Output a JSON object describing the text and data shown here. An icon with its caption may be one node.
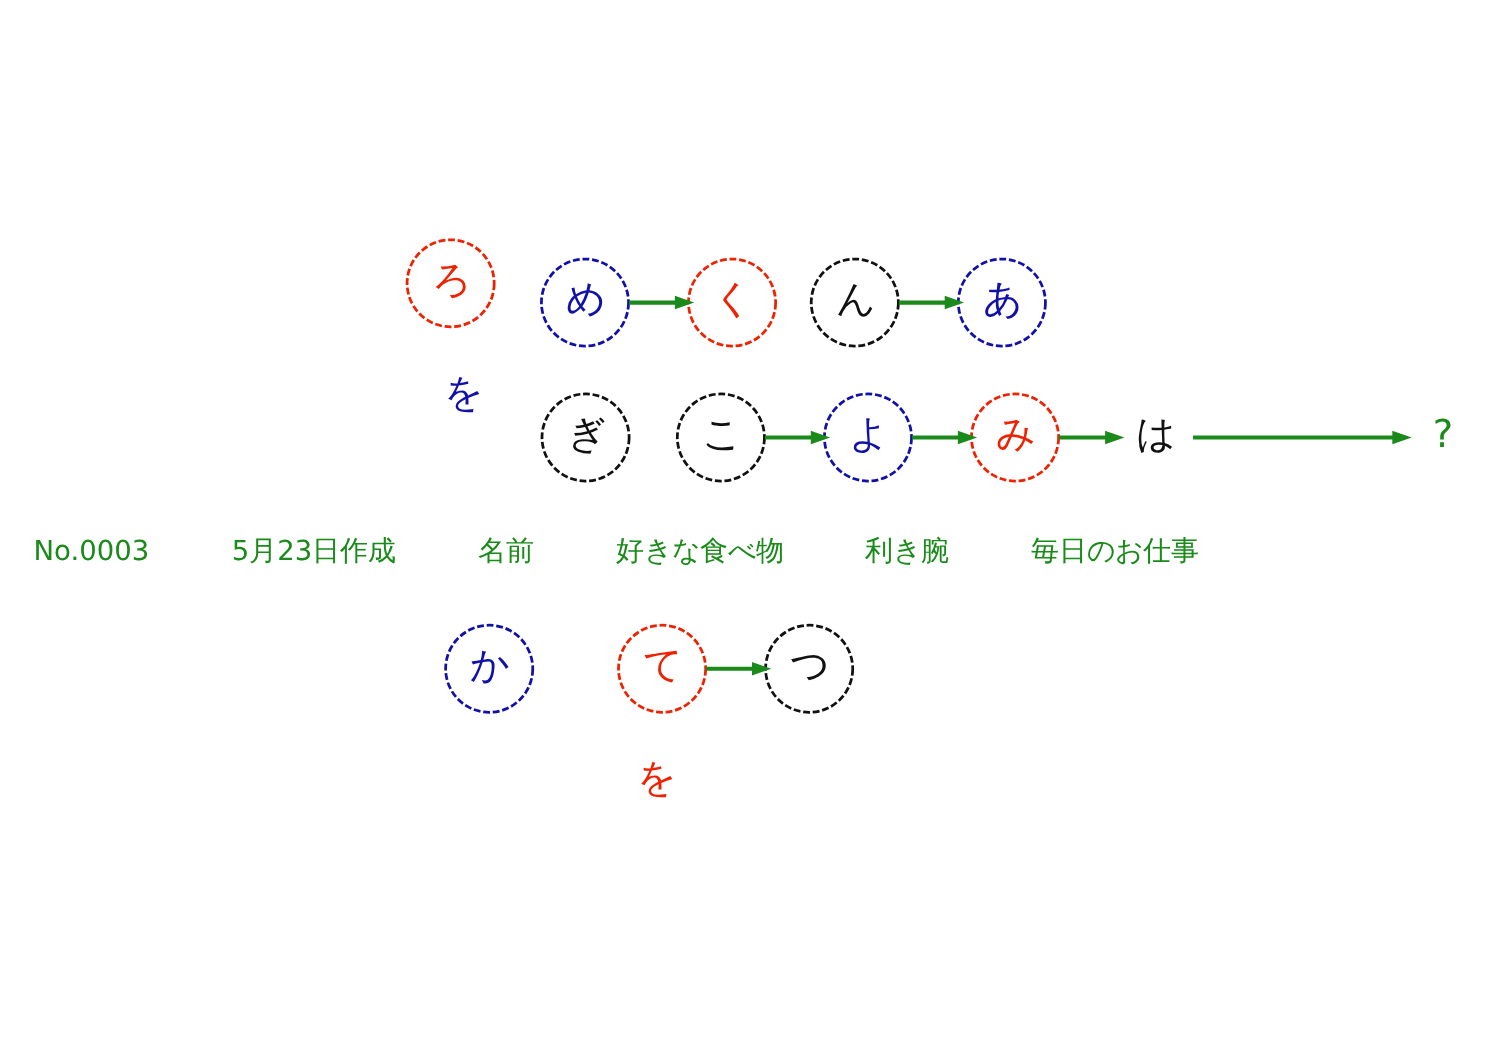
{
  "diagram": {
    "nodes": [
      {
        "text": [
          "て"
        ]
      },
      {
        "text": [
          "つ"
        ]
      },
      {
        "text": [
          "ぎ"
        ]
      },
      {
        "text": [
          "は"
        ]
      },
      {
        "text": [
          "こ"
        ]
      },
      {
        "text": [
          "ん"
        ]
      },
      {
        "text": [
          "あ"
        ]
      },
      {
        "text": [
          "か"
        ]
      },
      {
        "text": [
          "を"
        ]
      },
      {
        "text": [
          "よ"
        ]
      },
      {
        "text": [
          "め"
        ]
      },
      {
        "text": [
          "く"
        ]
      },
      {
        "text": [
          "ろ"
        ]
      },
      {
        "text": [
          "を"
        ]
      },
      {
        "text": [
          "み"
        ]
      },
      {
        "text": [
          "?"
        ]
      }
    ],
    "edges": [
      {
        "from": 0,
        "to": 1,
        "arrow": "to"
      },
      {
        "from": 5,
        "to": 6,
        "arrow": "to"
      },
      {
        "from": 10,
        "to": 11,
        "arrow": "to"
      },
      {
        "from": 14,
        "to": 3,
        "arrow": "to"
      },
      {
        "from": 3,
        "to": 15,
        "arrow": "to"
      },
      {
        "from": 4,
        "to": 9,
        "arrow": "to"
      },
      {
        "from": 9,
        "to": 14,
        "arrow": "to"
      }
    ],
    "labels": [
      "No.0003",
      "5月23日作成",
      "名前",
      "好きな食べ物",
      "利き腕",
      "毎日のお仕事"
    ]
  }
}
